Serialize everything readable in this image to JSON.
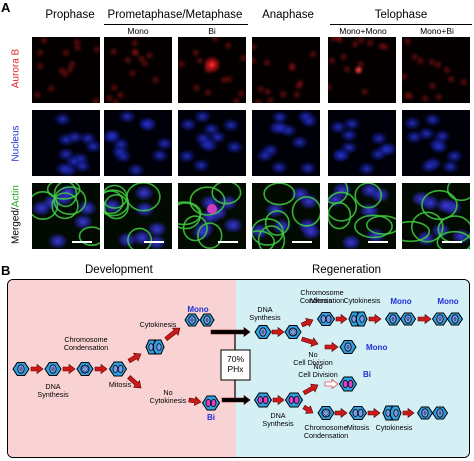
{
  "panel_a": {
    "letter": "A",
    "columns": {
      "prophase": "Prophase",
      "prometa": "Prometaphase/Metaphase",
      "anaphase": "Anaphase",
      "telophase": "Telophase"
    },
    "subcolumns": {
      "mono": "Mono",
      "bi": "Bi",
      "mono_mono": "Mono+Mono",
      "mono_bi": "Mono+Bi"
    },
    "rows": {
      "aurora": "Aurora B",
      "nucleus": "Nucleus",
      "merged_prefix": "Merged/",
      "merged_actin": "Actin"
    },
    "colors": {
      "aurora": "#e0262a",
      "nucleus": "#2233cc",
      "actin": "#22aa22"
    }
  },
  "panel_b": {
    "letter": "B",
    "development_title": "Development",
    "regeneration_title": "Regeneration",
    "labels": {
      "dna_synthesis": "DNA\nSynthesis",
      "chromosome_condensation": "Chromosome\nCondensation",
      "mitosis": "Mitosis",
      "cytokinesis": "Cytokinesis",
      "no_cytokinesis": "No\nCytokinesis",
      "no_cell_division": "No\nCell Division",
      "mono": "Mono",
      "bi": "Bi",
      "phx": "70%\nPHx"
    },
    "colors": {
      "dev_bg": "#f9d3d3",
      "regen_bg": "#d4f0f5",
      "cell": "#2e9fe0",
      "nucleus_mono": "#7a9be8",
      "nucleus_bi": "#e040c8",
      "arrow": "#cc1a1a",
      "label_blue": "#1f2fd6"
    }
  }
}
